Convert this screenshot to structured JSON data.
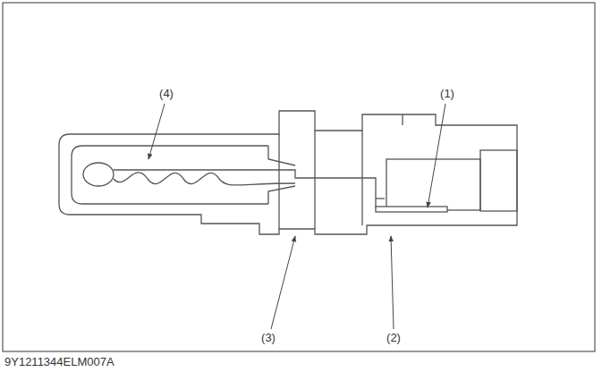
{
  "diagram": {
    "labels": [
      "(1)",
      "(2)",
      "(3)",
      "(4)",
      "9Y1211344ELM007A"
    ]
  }
}
